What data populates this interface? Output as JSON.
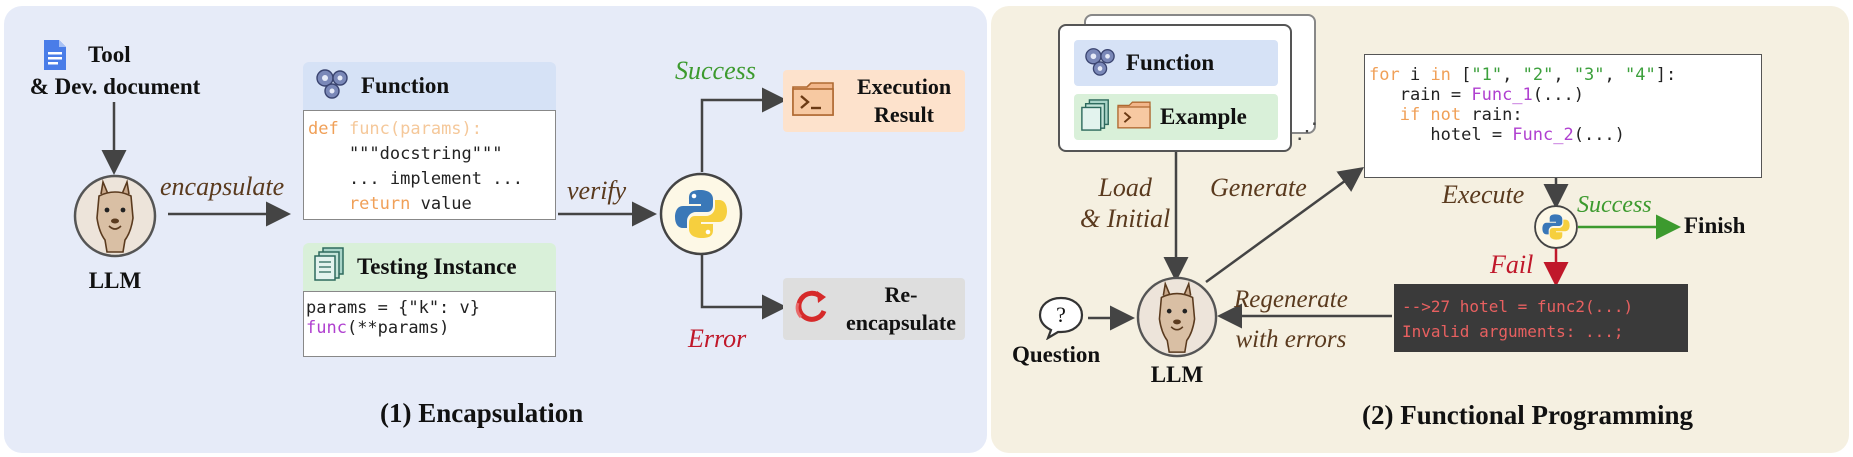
{
  "encapsulation": {
    "tool_doc": [
      "Tool",
      "& Dev. document"
    ],
    "llm_label": "LLM",
    "encapsulate_label": "encapsulate",
    "verify_label": "verify",
    "function_header": "Function",
    "function_code": [
      {
        "kw": "def",
        "rest": " func(params):"
      },
      {
        "kw": "",
        "rest": "    \"\"\"docstring\"\"\""
      },
      {
        "kw": "",
        "rest": "    ... implement ..."
      },
      {
        "kw": "    return",
        "rest": " value"
      }
    ],
    "testing_header": "Testing Instance",
    "testing_code": [
      "params = {\"k\": v}",
      "func(**params)"
    ],
    "success_label": "Success",
    "error_label": "Error",
    "execution_result": [
      "Execution",
      "Result"
    ],
    "reencapsulate": [
      "Re-",
      "encapsulate"
    ],
    "title": "(1) Encapsulation"
  },
  "functional_programming": {
    "function_label": "Function",
    "example_label": "Example",
    "load_initial": [
      "Load",
      "& Initial"
    ],
    "generate_label": "Generate",
    "code_lines": [
      "for i in [\"1\", \"2\", \"3\", \"4\"]:",
      "   rain = Func_1(...)",
      "   if not rain:",
      "      hotel = Func_2(...)"
    ],
    "execute_label": "Execute",
    "success_label": "Success",
    "finish_label": "Finish",
    "fail_label": "Fail",
    "error_lines": [
      "-->27 hotel = func2(...)",
      "Invalid arguments: ...;"
    ],
    "regenerate": [
      "Regenerate",
      "with errors"
    ],
    "question_label": "Question",
    "llm_label": "LLM",
    "title": "(2) Functional Programming"
  },
  "colors": {
    "left_panel": "#e6ebf8",
    "right_panel": "#f5f0e1",
    "success_green": "#3c9a2e",
    "error_red": "#c0182a",
    "label_brown": "#5a3a1e",
    "function_header_bg": "#d6e2f6",
    "testing_header_bg": "#d9f0d9",
    "execution_bg": "#fde2cc",
    "reencap_bg": "#dedede",
    "error_box_bg": "#3a3a3a"
  },
  "icons": [
    "document-icon",
    "gears-icon",
    "llama-icon",
    "python-icon",
    "terminal-icon",
    "refresh-icon",
    "pages-icon",
    "question-bubble-icon"
  ]
}
